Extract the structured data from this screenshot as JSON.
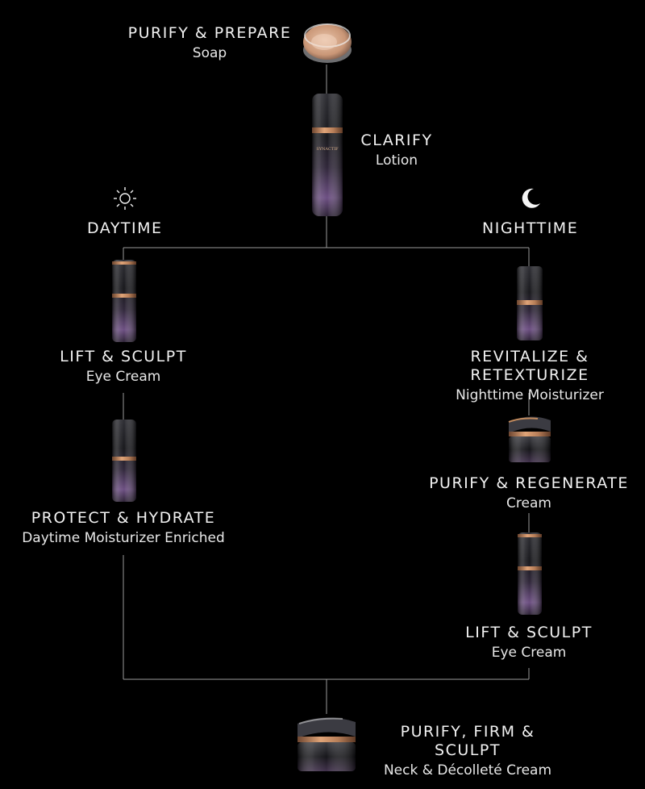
{
  "steps": {
    "soap": {
      "title": "PURIFY & PREPARE",
      "subtitle": "Soap"
    },
    "lotion": {
      "title": "CLARIFY",
      "subtitle": "Lotion"
    },
    "day_eye": {
      "title": "LIFT & SCULPT",
      "subtitle": "Eye Cream"
    },
    "day_moist": {
      "title": "PROTECT & HYDRATE",
      "subtitle": "Daytime Moisturizer Enriched"
    },
    "night_moist": {
      "title": "REVITALIZE & RETEXTURIZE",
      "subtitle": "Nighttime Moisturizer"
    },
    "night_cream": {
      "title": "PURIFY & REGENERATE",
      "subtitle": "Cream"
    },
    "night_eye": {
      "title": "LIFT & SCULPT",
      "subtitle": "Eye Cream"
    },
    "neck": {
      "title": "PURIFY, FIRM & SCULPT",
      "subtitle": "Neck & Décolleté Cream"
    }
  },
  "sections": {
    "day": "DAYTIME",
    "night": "NIGHTTIME"
  },
  "icons": {
    "day": "sun-icon",
    "night": "crescent-moon-icon"
  },
  "product_labels": {
    "brand": "SYNACTIF"
  },
  "colors": {
    "background": "#000000",
    "line": "#9a9a9a",
    "text": "#f2f2f2",
    "cap": "#1e1e24",
    "purple": "#5a3f6e",
    "gold": "#c08a5e"
  }
}
